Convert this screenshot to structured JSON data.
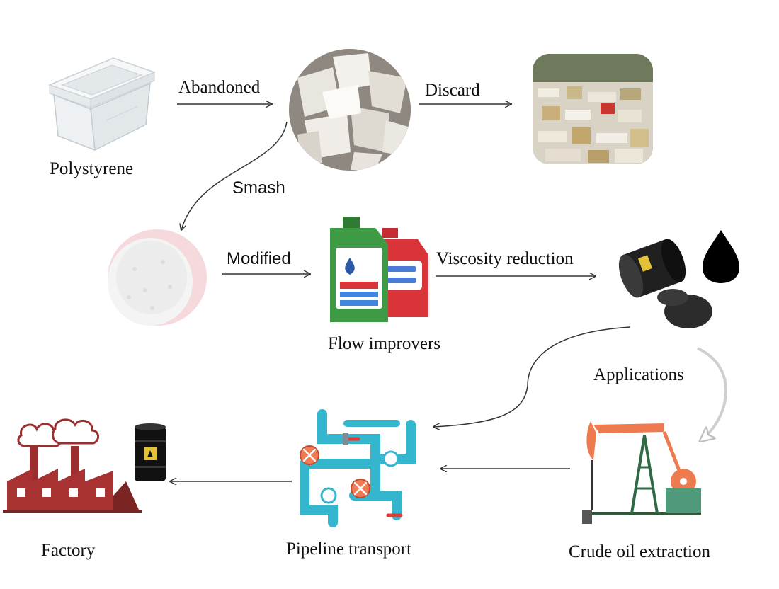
{
  "nodes": {
    "polystyrene": "Polystyrene",
    "flow_improvers": "Flow improvers",
    "factory": "Factory",
    "pipeline_transport": "Pipeline transport",
    "crude_oil_extraction": "Crude oil extraction"
  },
  "edges": {
    "abandoned": "Abandoned",
    "discard": "Discard",
    "smash": "Smash",
    "modified": "Modified",
    "viscosity_reduction": "Viscosity reduction",
    "applications": "Applications"
  },
  "colors": {
    "arrow": "#333333",
    "foam": "#eef0f2",
    "bottle_green": "#3f9a45",
    "bottle_red": "#d9343a",
    "barrel_dark": "#202020",
    "pipe_cyan": "#35b6cf",
    "pump_orange": "#f07b55",
    "factory_red": "#9b2f2f",
    "applications_arrow": "#cfcfcf"
  },
  "icons": {
    "polystyrene": "foam-box-icon",
    "fragments": "foam-fragments-icon",
    "waste": "waste-dump-icon",
    "powder": "white-powder-icon",
    "bottles": "flow-improver-bottles-icon",
    "oil": "oil-barrel-spill-icon",
    "drop": "oil-drop-icon",
    "pipeline": "pipeline-valves-icon",
    "pump": "pumpjack-icon",
    "factory": "factory-icon"
  }
}
